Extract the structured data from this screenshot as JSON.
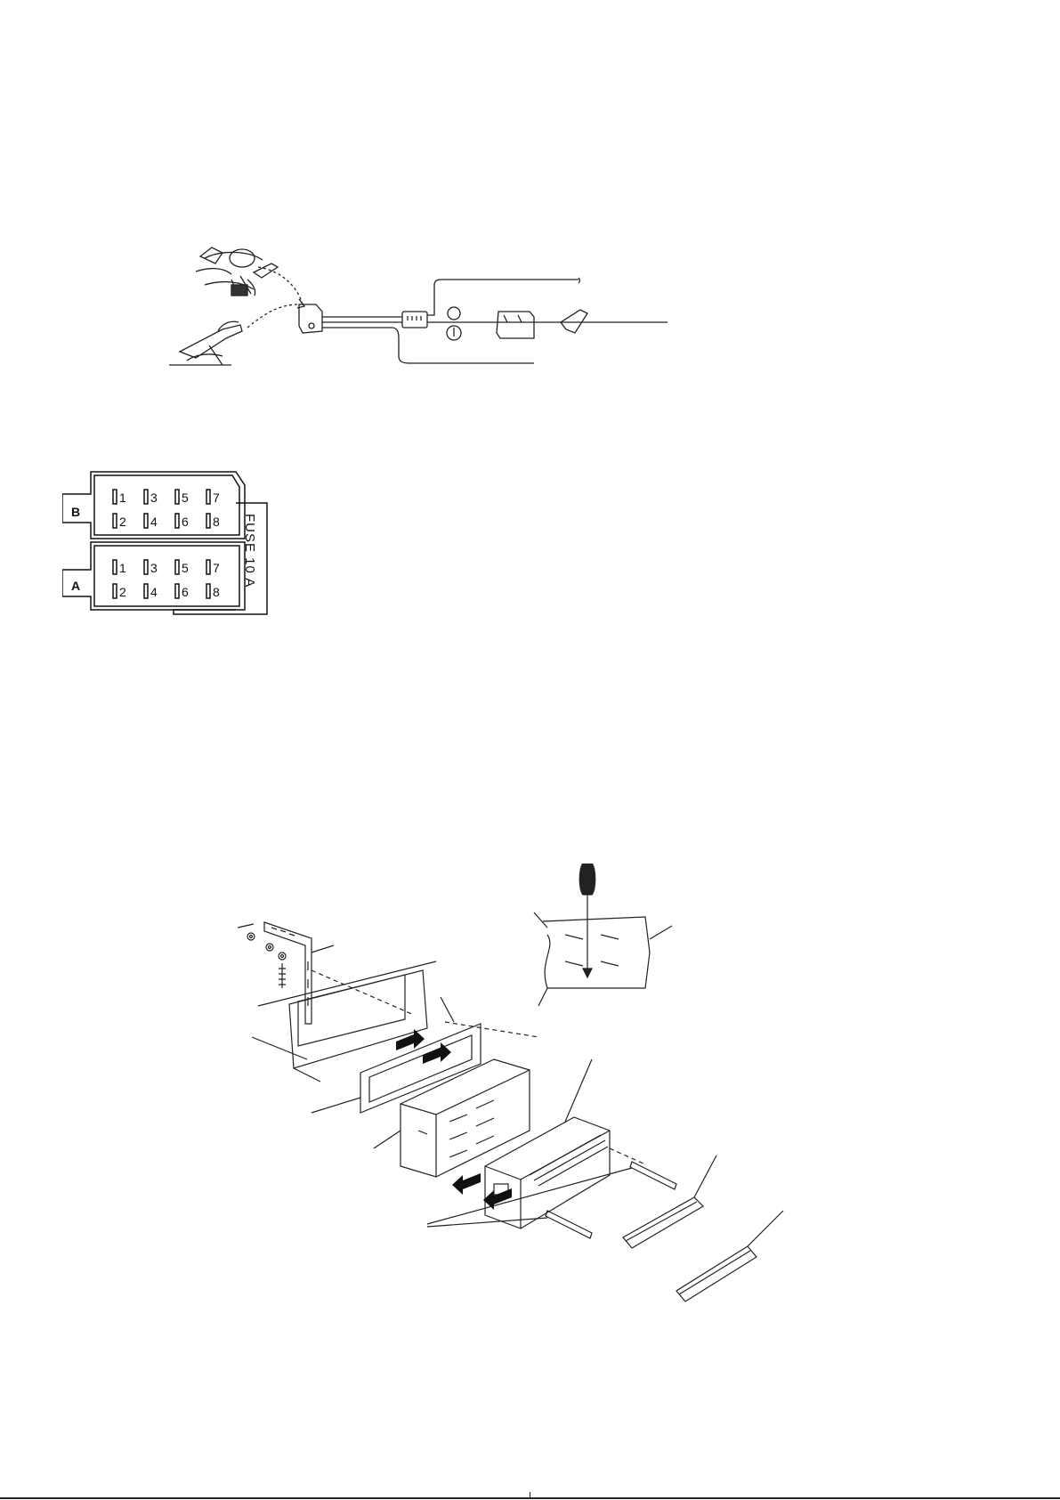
{
  "connector": {
    "block_b_label": "B",
    "block_a_label": "A",
    "pins_b": [
      "1",
      "3",
      "5",
      "7",
      "2",
      "4",
      "6",
      "8"
    ],
    "pins_a": [
      "1",
      "3",
      "5",
      "7",
      "2",
      "4",
      "6",
      "8"
    ],
    "fuse_label": "FUSE 10 A"
  }
}
